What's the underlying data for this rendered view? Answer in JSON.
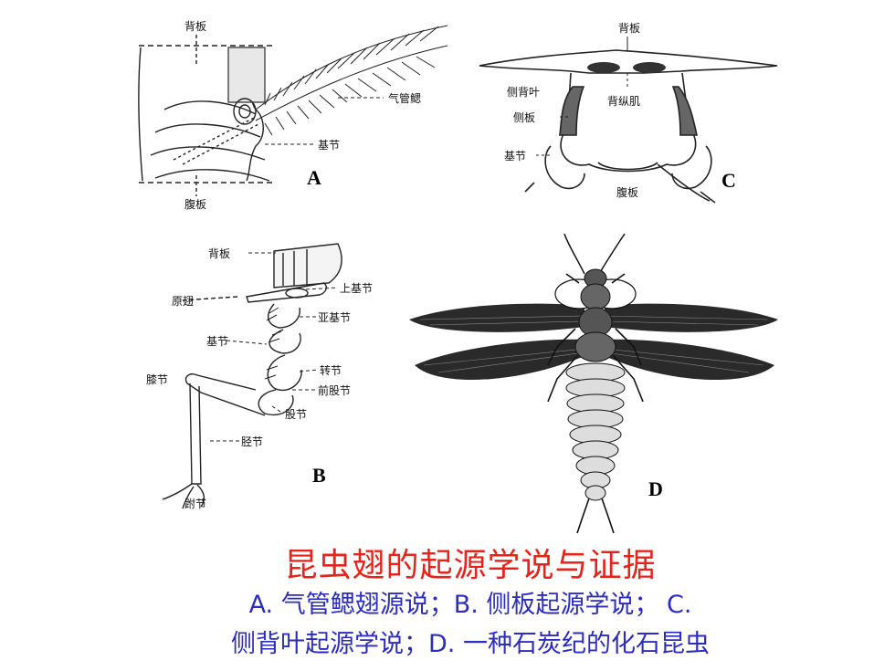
{
  "panelA": {
    "letter": "A",
    "labels": {
      "tergum": "背板",
      "tracheal_gill": "气管鳃",
      "coxa": "基节",
      "sternum": "腹板"
    }
  },
  "panelB": {
    "letter": "B",
    "labels": {
      "tergum": "背板",
      "protowing": "原翅",
      "epicoxa": "上基节",
      "subcoxa": "亚基节",
      "coxa": "基节",
      "trochanter": "转节",
      "knee": "膝节",
      "prefemur": "前股节",
      "femur": "股节",
      "tibia": "胫节",
      "tarsus": "跗节"
    }
  },
  "panelC": {
    "letter": "C",
    "labels": {
      "tergum": "背板",
      "paranotum": "侧背叶",
      "dorsal_muscle": "背纵肌",
      "pleuron": "侧板",
      "coxa": "基节",
      "sternum": "腹板"
    }
  },
  "panelD": {
    "letter": "D"
  },
  "title": "昆虫翅的起源学说与证据",
  "caption_line1": "A. 气管鳃翅源说；B. 侧板起源学说； C.",
  "caption_line2": "侧背叶起源学说；D. 一种石炭纪的化石昆虫",
  "colors": {
    "title": "#e8231a",
    "caption": "#2c2cbf"
  }
}
